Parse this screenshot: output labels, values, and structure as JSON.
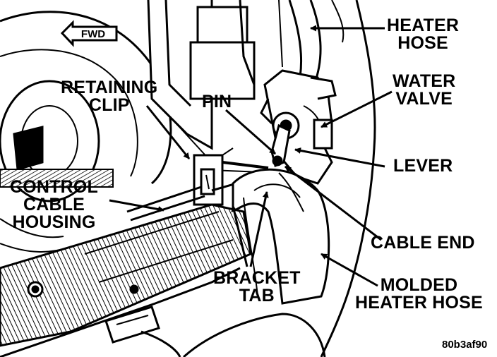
{
  "colors": {
    "ink": "#000000",
    "paper": "#ffffff"
  },
  "labels": {
    "fwd": "FWD",
    "heater_hose": [
      "HEATER",
      "HOSE"
    ],
    "water_valve": [
      "WATER",
      "VALVE"
    ],
    "retaining_clip": [
      "RETAINING",
      "CLIP"
    ],
    "pin": "PIN",
    "lever": "LEVER",
    "control_cable_housing": [
      "CONTROL",
      "CABLE",
      "HOUSING"
    ],
    "cable_end": "CABLE END",
    "bracket_tab": [
      "BRACKET",
      "TAB"
    ],
    "molded_heater_hose": [
      "MOLDED",
      "HEATER HOSE"
    ]
  },
  "figure_ref": "80b3af90",
  "icons": {
    "fwd_arrow": "fwd-arrow-icon"
  }
}
